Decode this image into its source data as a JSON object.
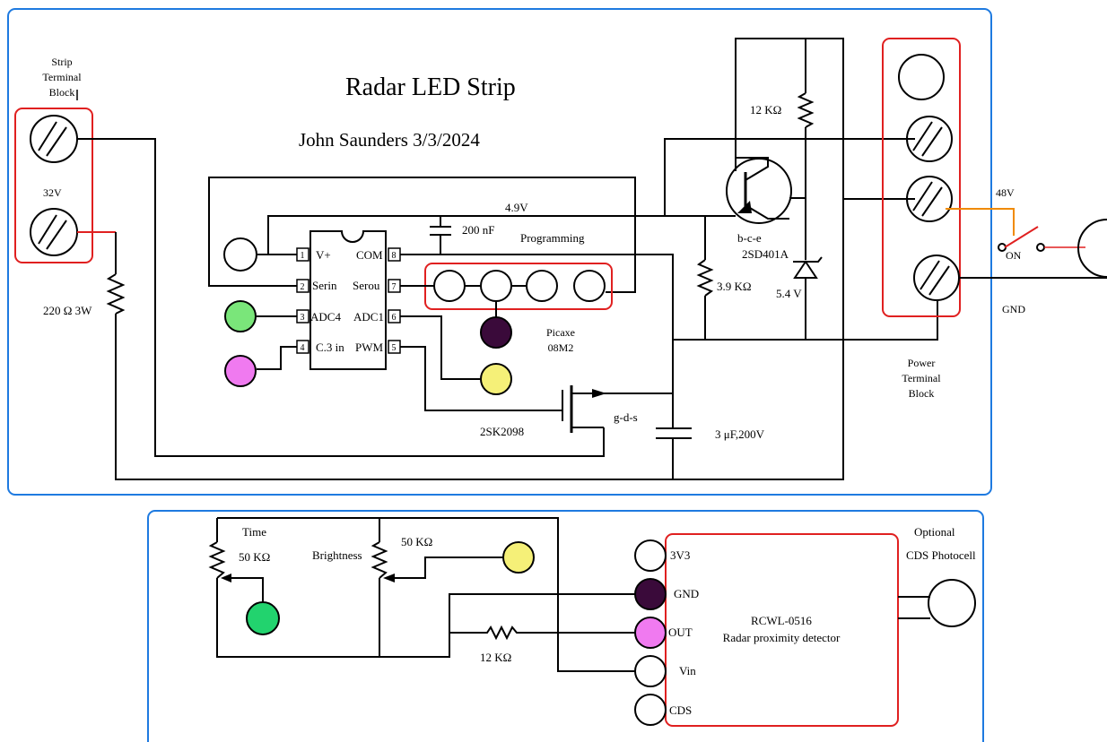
{
  "title": "Radar LED Strip",
  "author": "John Saunders 3/3/2024",
  "colors": {
    "panel_border": "#1e7ae0",
    "highlight_border": "#e02020",
    "wire_48v": "#f08a00",
    "pin_green": "#7ae67a",
    "pin_pink": "#f07af0",
    "pin_purple": "#3a0a3a",
    "pin_yellow": "#f5f078",
    "pin_dark_green": "#22d36e"
  },
  "strip_block": {
    "line1": "Strip",
    "line2": "Terminal",
    "line3": "Block"
  },
  "power_block": {
    "line1": "Power",
    "line2": "Terminal",
    "line3": "Block"
  },
  "labels": {
    "v32": "32V",
    "v48": "48V",
    "on": "ON",
    "gnd": "GND",
    "v49": "4.9V",
    "r220": "220 Ω 3W",
    "c200": "200 nF",
    "programming": "Programming",
    "r12k_top": "12 KΩ",
    "bce": "b-c-e",
    "transistor": "2SD401A",
    "r39k": "3.9 KΩ",
    "zener": "5.4 V",
    "picaxe1": "Picaxe",
    "picaxe2": "08M2",
    "mosfet": "2SK2098",
    "gds": "g-d-s",
    "c3u": "3 μF,200V",
    "time": "Time",
    "pot_time": "50 KΩ",
    "brightness": "Brightness",
    "pot_bright": "50 KΩ",
    "r12k_bottom": "12 KΩ",
    "optional": "Optional",
    "cds_photocell": "CDS Photocell",
    "rcwl": "RCWL-0516",
    "rcwl_desc": "Radar proximity detector"
  },
  "chip_pins_left": [
    {
      "num": "1",
      "label": "V+"
    },
    {
      "num": "2",
      "label": "Serin"
    },
    {
      "num": "3",
      "label": "ADC4"
    },
    {
      "num": "4",
      "label": "C.3 in"
    }
  ],
  "chip_pins_right": [
    {
      "num": "8",
      "label": "COM"
    },
    {
      "num": "7",
      "label": "Serou"
    },
    {
      "num": "6",
      "label": "ADC1"
    },
    {
      "num": "5",
      "label": "PWM"
    }
  ],
  "rcwl_pins": [
    "3V3",
    "GND",
    "OUT",
    "Vin",
    "CDS"
  ]
}
